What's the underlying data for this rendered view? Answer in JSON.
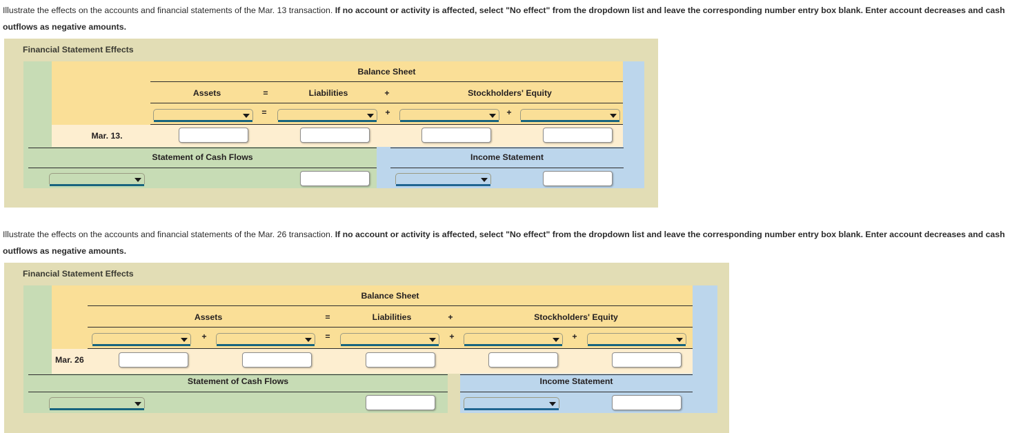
{
  "sections": [
    {
      "instruction": {
        "normal_prefix": "Illustrate the effects on the accounts and financial statements of the Mar. 13 transaction. ",
        "bold_rest": "If no account or activity is affected, select \"No effect\" from the dropdown list and leave the corresponding number entry box blank. Enter account decreases and cash outflows as negative amounts."
      },
      "card_title": "Financial Statement Effects",
      "balance_sheet_label": "Balance Sheet",
      "columns": {
        "assets": "Assets",
        "liabilities": "Liabilities",
        "stockholders_equity": "Stockholders' Equity"
      },
      "operators": [
        "=",
        "+"
      ],
      "row_operators": [
        "=",
        "+",
        "+"
      ],
      "date_label": "Mar. 13.",
      "dropdowns": [
        "",
        "",
        "",
        ""
      ],
      "amount_boxes": [
        "",
        "",
        "",
        ""
      ],
      "cash_flows_label": "Statement of Cash Flows",
      "income_statement_label": "Income Statement",
      "cash_flow_dropdown": "",
      "cash_flow_amount": "",
      "income_dropdown": "",
      "income_amount": ""
    },
    {
      "instruction": {
        "normal_prefix": "Illustrate the effects on the accounts and financial statements of the Mar. 26 transaction. ",
        "bold_rest": "If no account or activity is affected, select \"No effect\" from the dropdown list and leave the corresponding number entry box blank. Enter account decreases and cash outflows as negative amounts."
      },
      "card_title": "Financial Statement Effects",
      "balance_sheet_label": "Balance Sheet",
      "columns": {
        "assets": "Assets",
        "liabilities": "Liabilities",
        "stockholders_equity": "Stockholders' Equity"
      },
      "operators": [
        "=",
        "+"
      ],
      "row_operators": [
        "+",
        "=",
        "+",
        "+"
      ],
      "date_label": "Mar. 26",
      "dropdowns": [
        "",
        "",
        "",
        "",
        ""
      ],
      "amount_boxes": [
        "",
        "",
        "",
        "",
        ""
      ],
      "cash_flows_label": "Statement of Cash Flows",
      "income_statement_label": "Income Statement",
      "cash_flow_dropdown": "",
      "cash_flow_amount": "",
      "income_dropdown": "",
      "income_amount": ""
    }
  ],
  "colors": {
    "card_bg": "#e2ddb5",
    "green_panel": "#c7dcb5",
    "yellow_panel": "#fadf97",
    "tan_row": "#fdeed0",
    "blue_panel": "#bcd6ec",
    "dropdown_underline": "#1f6591",
    "text": "#231f20"
  }
}
